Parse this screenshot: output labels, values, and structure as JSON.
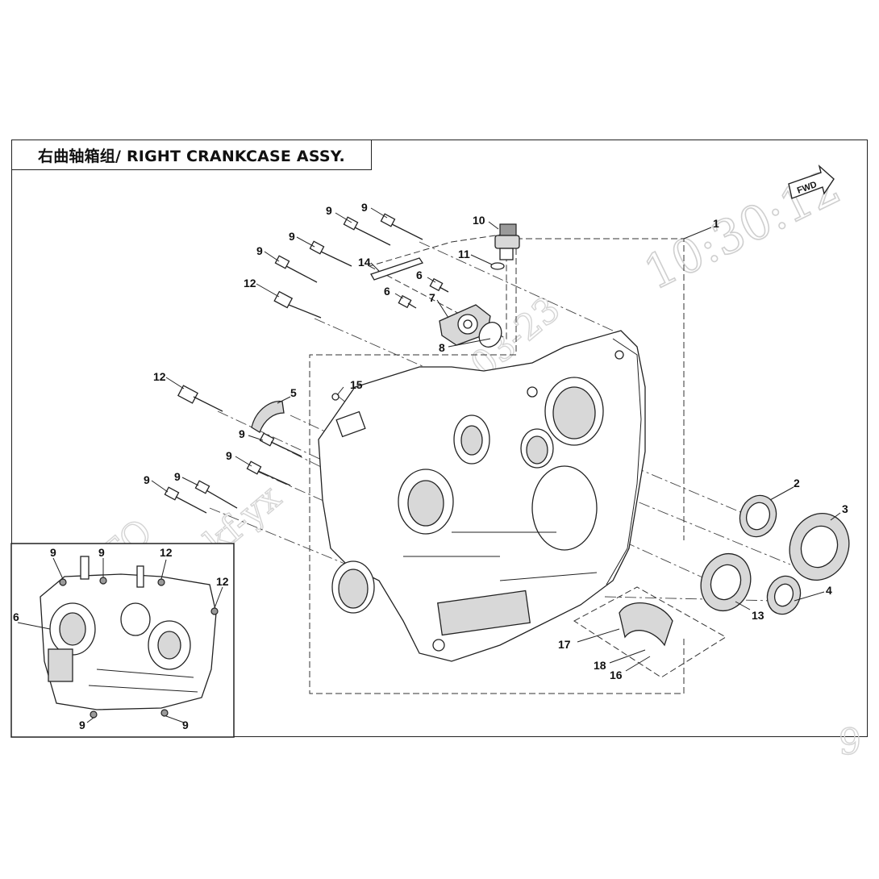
{
  "title": "右曲轴箱组/ RIGHT CRANKCASE ASSY.",
  "direction_tag": "FWD",
  "watermark": {
    "time": "10:30:12",
    "date_fragment": "03-23",
    "user_fragment": "kf-yx",
    "brand_fragment": "CFMOTO",
    "corner_fragment": "9"
  },
  "callouts": [
    {
      "id": "c-1",
      "label": "1"
    },
    {
      "id": "c-2",
      "label": "2"
    },
    {
      "id": "c-3",
      "label": "3"
    },
    {
      "id": "c-4",
      "label": "4"
    },
    {
      "id": "c-5",
      "label": "5"
    },
    {
      "id": "c-6a",
      "label": "6"
    },
    {
      "id": "c-6b",
      "label": "6"
    },
    {
      "id": "c-7",
      "label": "7"
    },
    {
      "id": "c-8",
      "label": "8"
    },
    {
      "id": "c-9a",
      "label": "9"
    },
    {
      "id": "c-9b",
      "label": "9"
    },
    {
      "id": "c-9c",
      "label": "9"
    },
    {
      "id": "c-9d",
      "label": "9"
    },
    {
      "id": "c-9e",
      "label": "9"
    },
    {
      "id": "c-9f",
      "label": "9"
    },
    {
      "id": "c-9g",
      "label": "9"
    },
    {
      "id": "c-9h",
      "label": "9"
    },
    {
      "id": "c-10",
      "label": "10"
    },
    {
      "id": "c-11",
      "label": "11"
    },
    {
      "id": "c-12a",
      "label": "12"
    },
    {
      "id": "c-12b",
      "label": "12"
    },
    {
      "id": "c-13",
      "label": "13"
    },
    {
      "id": "c-14",
      "label": "14"
    },
    {
      "id": "c-15",
      "label": "15"
    },
    {
      "id": "c-16",
      "label": "16"
    },
    {
      "id": "c-17",
      "label": "17"
    },
    {
      "id": "c-18",
      "label": "18"
    }
  ],
  "inset_callouts": [
    {
      "id": "i-9a",
      "label": "9"
    },
    {
      "id": "i-9b",
      "label": "9"
    },
    {
      "id": "i-12a",
      "label": "12"
    },
    {
      "id": "i-12b",
      "label": "12"
    },
    {
      "id": "i-6",
      "label": "6"
    },
    {
      "id": "i-9c",
      "label": "9"
    },
    {
      "id": "i-9d",
      "label": "9"
    }
  ]
}
